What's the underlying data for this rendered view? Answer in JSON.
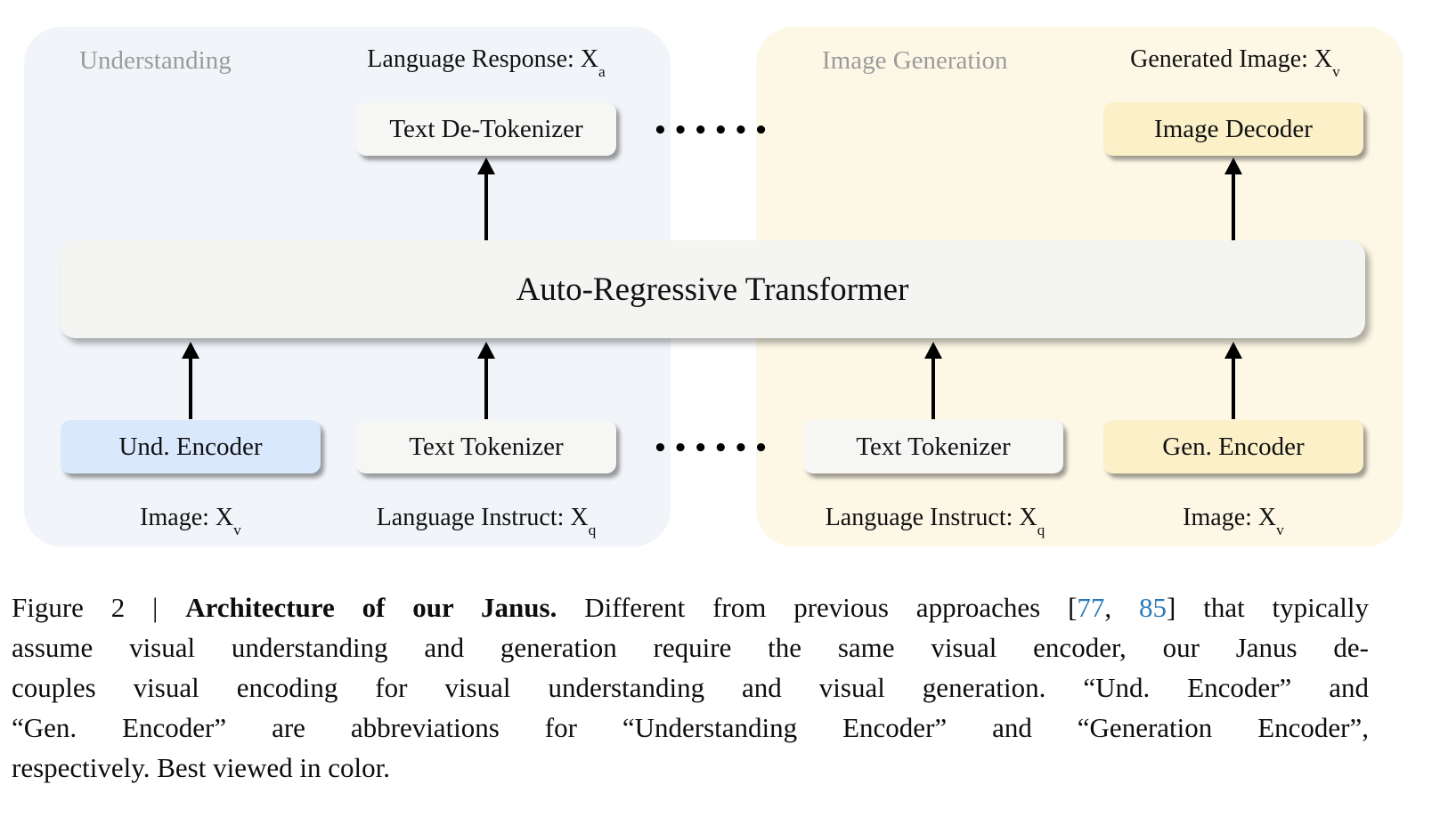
{
  "figure": {
    "left_panel": {
      "title": "Understanding",
      "top_label": {
        "text": "Language Response: X",
        "sub": "a"
      },
      "detokenizer_box": "Text De-Tokenizer",
      "und_encoder_box": "Und. Encoder",
      "text_tokenizer_box": "Text Tokenizer",
      "input_label_1": {
        "text": "Image: X",
        "sub": "v"
      },
      "input_label_2": {
        "text": "Language Instruct: X",
        "sub": "q"
      }
    },
    "right_panel": {
      "title": "Image Generation",
      "top_label": {
        "text": "Generated Image: X",
        "sub": "v"
      },
      "decoder_box": "Image Decoder",
      "text_tokenizer_box": "Text Tokenizer",
      "gen_encoder_box": "Gen. Encoder",
      "input_label_1": {
        "text": "Language Instruct: X",
        "sub": "q"
      },
      "input_label_2": {
        "text": "Image: X",
        "sub": "v"
      }
    },
    "transformer_label": "Auto-Regressive Transformer",
    "ellipsis_top": "••••••",
    "ellipsis_bottom": "••••••"
  },
  "caption": {
    "line1": {
      "prefix": "Figure 2 | ",
      "bold": "Architecture of our Janus.",
      "mid": " Different from previous approaches [",
      "cite1": "77",
      "sep": ", ",
      "cite2": "85",
      "suffix": "] that typically"
    },
    "line2": "assume visual understanding and generation require the same visual encoder, our Janus de-",
    "line3": "couples visual encoding for visual understanding and visual generation. “Und. Encoder” and",
    "line4": "“Gen. Encoder” are abbreviations for “Understanding Encoder” and “Generation Encoder”,",
    "line5": "respectively. Best viewed in color."
  },
  "colors": {
    "panel_left_bg": "#f1f4f9",
    "panel_right_bg": "#fdf8e6",
    "box_gray": "#f6f6f5",
    "box_blue": "#d9e8fc",
    "box_yellow": "#fbf0c8",
    "transformer_bg": "#f4f4f3",
    "citation_blue": "#2979b8",
    "muted_label": "#9b9b9b"
  }
}
